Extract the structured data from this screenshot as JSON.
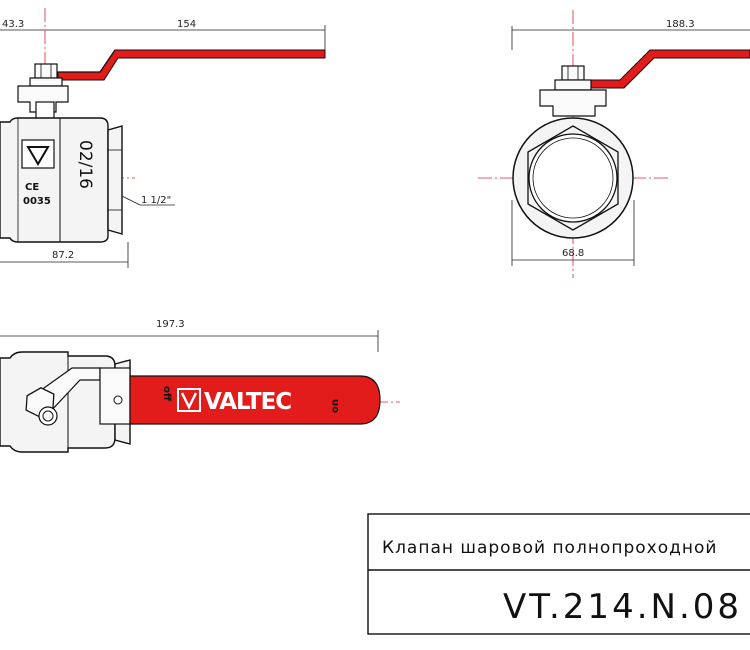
{
  "top_view": {
    "dim_left_offset": "43.3",
    "dim_handle_length": "154",
    "dim_body_length": "87.2",
    "dim_thread": "1 1/2\"",
    "mark_date": "02/16",
    "mark_ce": "CE",
    "mark_number": "0035"
  },
  "side_view": {
    "dim_total_height": "188.3",
    "dim_body_width": "68.8"
  },
  "front_view": {
    "dim_total_length": "197.3",
    "handle_brand": "VALTEC",
    "handle_off": "off",
    "handle_on": "on"
  },
  "title_block": {
    "description": "Клапан шаровой полнопроходной",
    "code": "VT.214.N.08"
  },
  "colors": {
    "handle_red": "#e21b1b",
    "center_line": "#e0262a",
    "outline": "#111111",
    "body_grey": "#f4f4f4"
  }
}
